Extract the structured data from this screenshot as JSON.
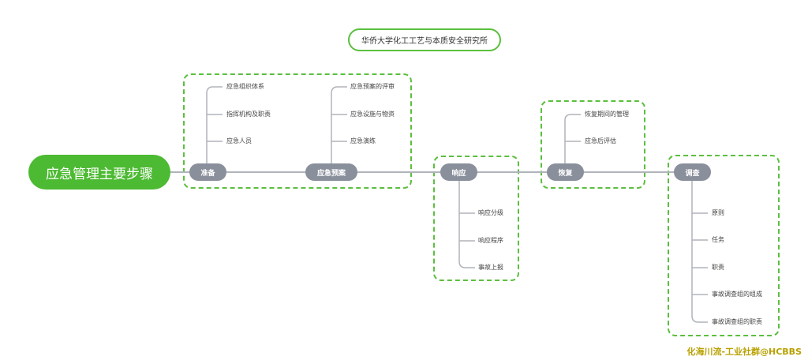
{
  "header": {
    "title": "华侨大学化工工艺与本质安全研究所"
  },
  "root": {
    "label": "应急管理主要步骤"
  },
  "stages": {
    "zhunbei": {
      "label": "准备",
      "items": [
        "应急组织体系",
        "指挥机构及职责",
        "应急人员"
      ]
    },
    "yuan": {
      "label": "应急预案",
      "items": [
        "应急预案的评审",
        "应急设施与物资",
        "应急演练"
      ]
    },
    "xiangying": {
      "label": "响应",
      "items": [
        "响应分级",
        "响应程序",
        "事故上报"
      ]
    },
    "huifu": {
      "label": "恢复",
      "items": [
        "恢复期间的管理",
        "应急后评估"
      ]
    },
    "diaocha": {
      "label": "调查",
      "items": [
        "原则",
        "任务",
        "职责",
        "事故调查组的组成",
        "事故调查组的职责"
      ]
    }
  },
  "watermark": "化海川流-工业社群@HCBBS",
  "colors": {
    "green": "#4cba32",
    "dash": "#5bbf3e",
    "pill": "#8a8f9c",
    "line": "#b0b4bb"
  }
}
